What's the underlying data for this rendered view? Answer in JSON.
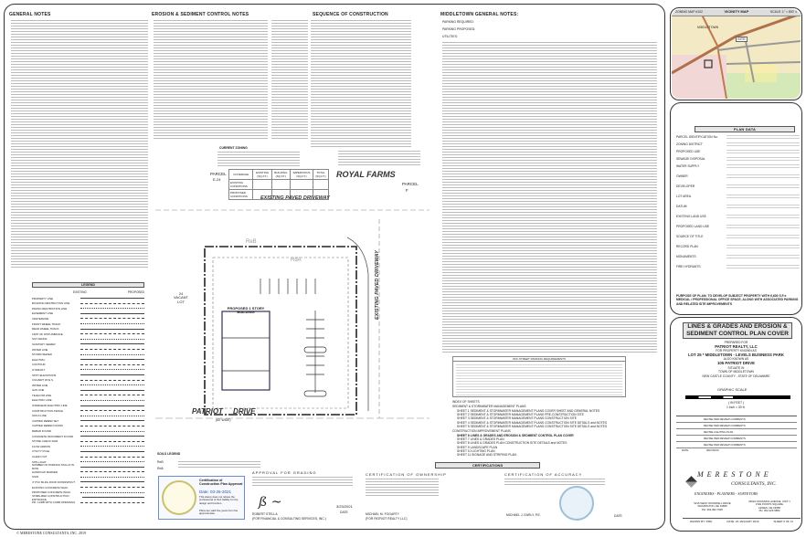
{
  "general_notes": {
    "title": "GENERAL NOTES"
  },
  "es_notes": {
    "title": "EROSION & SEDIMENT CONTROL NOTES"
  },
  "sequence": {
    "title": "SEQUENCE OF CONSTRUCTION"
  },
  "middletown": {
    "title": "MIDDLETOWN GENERAL NOTES:",
    "items": [
      "PARKING REQUIRED:",
      "PARKING PROPOSED:",
      "UTILITIES:"
    ]
  },
  "vicinity": {
    "left": "ZONING MAP #102",
    "title": "VICINITY MAP",
    "scale": "SCALE: 1\" = 800' ±",
    "site": "SITE",
    "town": "MIDDLETOWN"
  },
  "plan_data": {
    "title": "PLAN DATA",
    "items": [
      "PARCEL IDENTIFICATION No.",
      "ZONING DISTRICT",
      "PROPOSED USE",
      "SEWAGE DISPOSAL",
      "WATER SUPPLY",
      "OWNER",
      "DEVELOPER",
      "LOT AREA",
      "DATUM",
      "EXISTING LAND USE",
      "PROPOSED LAND USE",
      "SOURCE OF TITLE",
      "RECORD PLAN",
      "MONUMENTS",
      "FIRE HYDRANTS"
    ],
    "purpose": "PURPOSE OF PLAN: TO DEVELOP SUBJECT PROPERTY WITH 6,600 S.F.± MEDICAL / PROFESSIONAL OFFICE SPACE, ALONG WITH ASSOCIATED PARKING AND RELATED SITE IMPROVEMENTS"
  },
  "title_block": {
    "title1": "LINES & GRADES AND EROSION &",
    "title2": "SEDIMENT CONTROL PLAN COVER",
    "prepared_for": "PREPARED FOR",
    "client": "PATRIOT REALTY, LLC",
    "known_as": "FOR PROPERTY KNOWN AS",
    "lot": "LOT 25 * MIDDLETOWN - LEVELS BUSINESS PARK",
    "also": "ALSO KNOWN AS",
    "address": "105 PATRIOT DRIVE",
    "situate": "SITUATE IN",
    "town": "TOWN OF MIDDLETOWN",
    "county": "NEW CASTLE COUNTY - STATE OF DELAWARE",
    "scale_title": "GRAPHIC SCALE",
    "scale_units": "( IN FEET )",
    "scale_ratio": "1 inch = 30 ft.",
    "firm": "M E R E S T O N E",
    "firm2": "CONSULTANTS, INC.",
    "firm3": "ENGINEERS - PLANNERS - SURVEYORS",
    "office1": [
      "5215 WEST WOODMILL DRIVE",
      "WILMINGTON, DE 19808",
      "PH: 302-992-7900"
    ],
    "office2": [
      "33516 CROSSING AVENUE, UNIT 1",
      "FIVE POINTS SQUARE",
      "LEWES, DE 19958",
      "PH: 302-226-5880"
    ],
    "drawn": "DRAWN BY: PMH",
    "date": "DATE: 23 JANUARY 2019",
    "sheet": "SHEET 6 OF 11",
    "revisions": [
      "REVISE PER REVIEW COMMENTS",
      "REVISE PER REVIEW COMMENTS",
      "REVISE LIGHTING PLAN",
      "REVISE PER REVIEW COMMENTS",
      "REVISE PER REVIEW COMMENTS"
    ],
    "rev_date": "DATE",
    "rev_label": "REVISION"
  },
  "legend": {
    "title": "LEGEND",
    "existing": "EXISTING",
    "proposed": "PROPOSED",
    "items": [
      "PROPERTY LINE",
      "BUILDING RESTRICTION LINE",
      "PAVING RESTRICTION LINE",
      "EASEMENT LINE",
      "CENTERLINE",
      "FRONT WHEEL TRACK",
      "REAR WHEEL TRACK",
      "LIMIT OF DISTURBANCE",
      "SILT FENCE",
      "SANITARY SEWER",
      "WATER LINE",
      "STORM SEWER",
      "ELECTRIC",
      "CONTOUR",
      "HYDRANT",
      "SPOT ELEVATIONS",
      "CULVERT W/ E.S.",
      "WATER LINE",
      "GAS LINE",
      "TELECOM LINE",
      "ELECTRIC LINE",
      "OVERHEAD ELECTRIC LINE",
      "CONSTRUCTION FENCE",
      "SOILS LINE",
      "CAPPED REBAR SET",
      "CAPPED REBAR FOUND",
      "REBAR FOUND",
      "CONCRETE MONUMENT FOUND",
      "STONE CHECK DAM",
      "FLOW ARROW",
      "UTILITY POLE",
      "CLEAN OUT",
      "SITE LIGHT",
      "NUMBER OF PARKING STALLS IN ROW",
      "HANDICAP MARKER",
      "SIGN",
      "4\" PVC BLDG ROOF DOWNSPOUT",
      "EXISTING CONCRETE WALK",
      "PROPOSED CONCRETE WALK",
      "STABILIZED CONSTRUCTION ENTRANCE",
      "PR. CURB WITH CURB OPENINGS"
    ]
  },
  "zoning": {
    "title": "CURRENT ZONING",
    "headers": [
      "COVERAGE",
      "EXISTING (SQ.FT.)",
      "BUILDING (SQ.FT.)",
      "IMPERVIOUS (SQ.FT.)",
      "TOTAL (SQ.FT.)"
    ],
    "rows": [
      "EXISTING CONDITIONS",
      "PROPOSED CONDITIONS"
    ]
  },
  "plan": {
    "royal_farms": "ROYAL FARMS",
    "driveway": "EXISTING PAVED DRIVEWAY",
    "driveway2": "EXISTING PAVED DRIVEWAY",
    "parcel_left": "PARCEL",
    "parcel_left_id": "E-24",
    "vacant": "24 VACANT LOT",
    "parcel_right": "PARCEL",
    "parcel_right_id": "F",
    "building": "PROPOSED 1 STORY BUILDING",
    "soil1": "ReB",
    "soil2": "RdA",
    "street": "PATRIOT",
    "street2": "DRIVE",
    "street_width": "(60' WIDE)"
  },
  "soils": {
    "title": "SOILS LEGEND",
    "items": [
      "ReB",
      "RdA"
    ]
  },
  "stamp": {
    "title": "Certification of Construction Plan Approval",
    "date_label": "Date:",
    "date": "03-26-2021",
    "note1": "This stamp does not relieve the professional of their liability for the design and function.",
    "note2": "Plans are valid five years from the approval date."
  },
  "approval": {
    "title": "APPROVAL FOR GRADING",
    "name": "ROBERT STELLA",
    "org": "(FOR FINANCIAL & CONSULTING SERVICES, INC.)",
    "date": "3/23/2021",
    "date_label": "DATE"
  },
  "ownership": {
    "title": "CERTIFICATION OF OWNERSHIP",
    "name": "MICHAEL M. FOGARTY",
    "org": "(FOR PATRIOT REALTY LLC)"
  },
  "accuracy": {
    "title": "CERTIFICATION OF ACCURACY",
    "name": "MICHAEL J. EARLY, P.E.",
    "date_label": "DATE"
  },
  "certifications": "CERTIFICATIONS",
  "parking_table": {
    "title": "OFF-STREET PARKING REQUIREMENTS"
  },
  "index": {
    "title": "INDEX OF SHEETS",
    "group1": "SEDIMENT & STORMWATER MANAGEMENT PLANS",
    "sheets1": [
      "SHEET 1   SEDIMENT & STORMWATER MANAGEMENT PLANS COVER SHEET AND GENERAL NOTES",
      "SHEET 2   SEDIMENT & STORMWATER MANAGEMENT PLANS PRE-CONSTRUCTION SITE",
      "SHEET 3   SEDIMENT & STORMWATER MANAGEMENT PLANS CONSTRUCTION SITE",
      "SHEET 4   SEDIMENT & STORMWATER MANAGEMENT PLANS CONSTRUCTION SITE DETAILS and NOTES",
      "SHEET 5   SEDIMENT & STORMWATER MANAGEMENT PLANS CONSTRUCTION SITE DETAILS and NOTES"
    ],
    "group2": "CONSTRUCTION IMPROVEMENT PLANS",
    "sheets2": [
      "SHEET 6   LINES & GRADES AND EROSION & SEDIMENT CONTROL PLAN COVER",
      "SHEET 7   LINES & GRADES PLAN",
      "SHEET 8   LINES & GRADES PLAN CONSTRUCTION SITE DETAILS and NOTES",
      "SHEET 9   LANDSCAPE PLAN",
      "SHEET 10  LIGHTING PLAN",
      "SHEET 11  SIGNAGE AND STRIPING PLAN"
    ]
  },
  "footer": "© MERESTONE CONSULTANTS, INC.   2019"
}
